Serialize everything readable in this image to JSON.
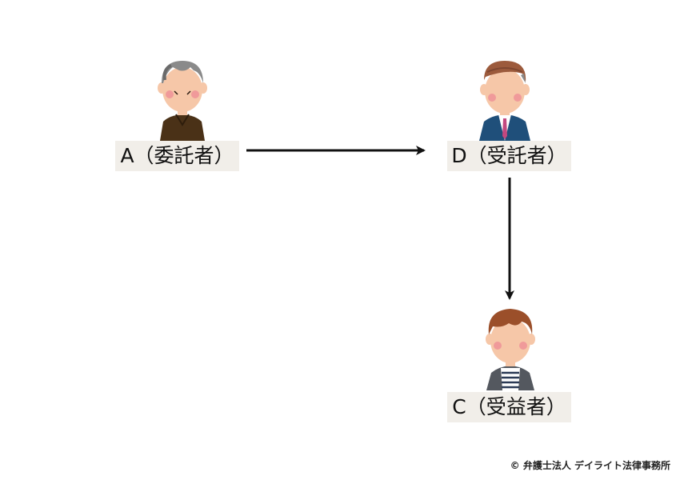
{
  "nodes": {
    "a": {
      "label": "A（委託者）"
    },
    "d": {
      "label": "D（受託者）"
    },
    "c": {
      "label": "C（受益者）"
    }
  },
  "edges": [
    {
      "from": "A（委託者）",
      "to": "D（受託者）"
    },
    {
      "from": "D（受託者）",
      "to": "C（受益者）"
    }
  ],
  "footer": {
    "copyright": "© 弁護士法人 デイライト法律事務所"
  },
  "colors": {
    "label_bg": "#f1eee9",
    "arrow": "#111111",
    "skin": "#f6c7a8",
    "cheek": "#f09a9a"
  },
  "icons": {
    "a": "elderly-man-icon",
    "d": "businessman-icon",
    "c": "young-man-icon"
  }
}
